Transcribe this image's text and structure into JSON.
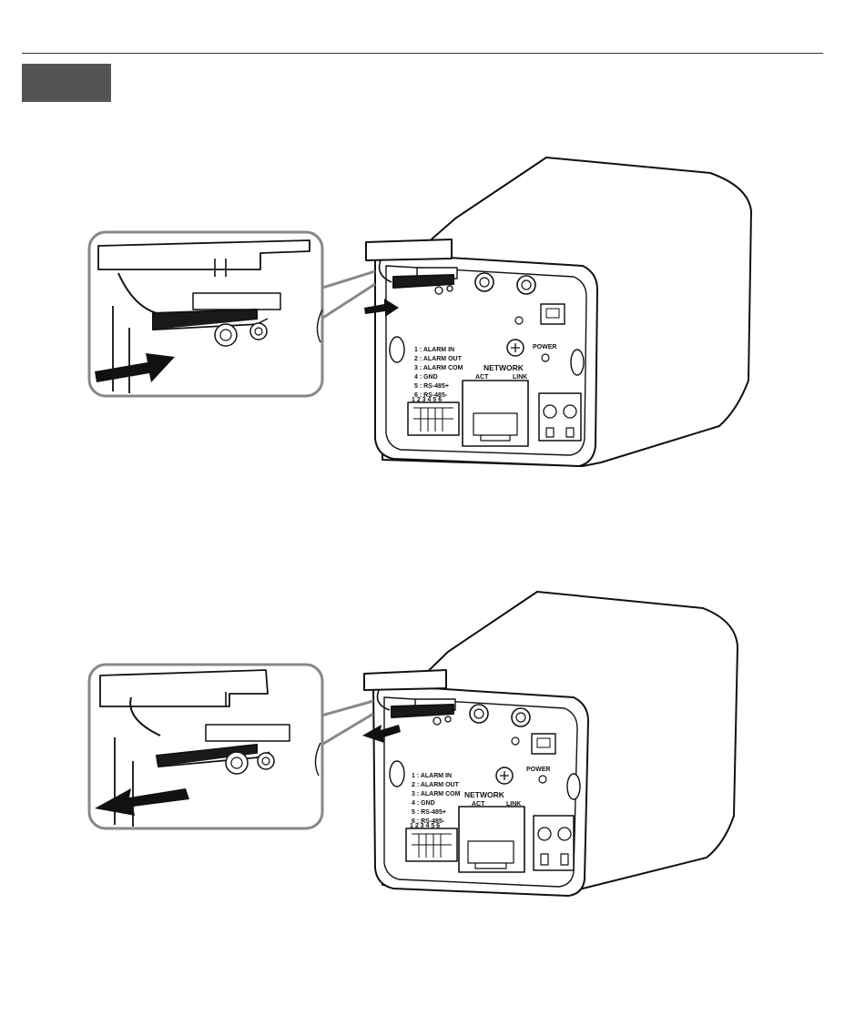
{
  "panel": {
    "terminal_list": [
      "1 : ALARM IN",
      "2 : ALARM OUT",
      "3 : ALARM COM",
      "4 : GND",
      "5 : RS-485+",
      "6 : RS-485-"
    ],
    "terminal_numbers": "1  2  3  4  5  6",
    "network_label": "NETWORK",
    "act_label": "ACT",
    "link_label": "LINK",
    "power_label": "POWER"
  },
  "figures": [
    {
      "step": "insert",
      "arrow_direction": "in"
    },
    {
      "step": "remove",
      "arrow_direction": "out"
    }
  ]
}
